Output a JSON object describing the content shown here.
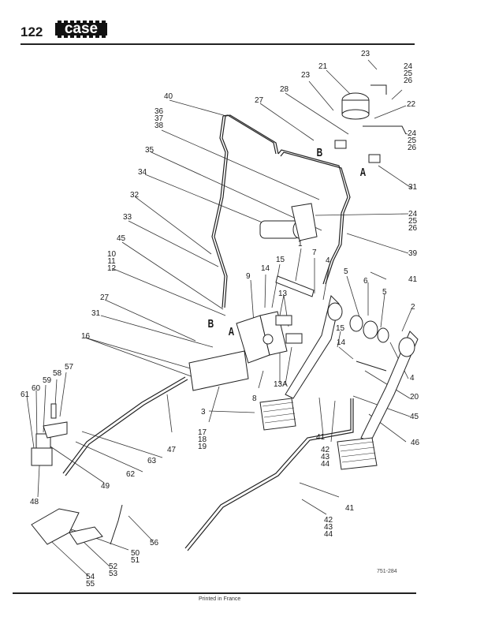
{
  "header": {
    "page_number": "122",
    "brand": "case"
  },
  "footer": {
    "printed": "Printed in France",
    "figure_ref": "751-284"
  },
  "markers": {
    "b_top": "B",
    "a_top": "A",
    "b_mid": "B",
    "a_mid": "A"
  },
  "callouts": [
    {
      "id": "c23a",
      "lines": [
        "23"
      ]
    },
    {
      "id": "c21",
      "lines": [
        "21"
      ]
    },
    {
      "id": "c23b",
      "lines": [
        "23"
      ]
    },
    {
      "id": "c242526a",
      "lines": [
        "24",
        "25",
        "26"
      ]
    },
    {
      "id": "c22",
      "lines": [
        "22"
      ]
    },
    {
      "id": "c242526b",
      "lines": [
        "24",
        "25",
        "26"
      ]
    },
    {
      "id": "c28",
      "lines": [
        "28"
      ]
    },
    {
      "id": "c27a",
      "lines": [
        "27"
      ]
    },
    {
      "id": "c31a",
      "lines": [
        "31"
      ]
    },
    {
      "id": "c40",
      "lines": [
        "40"
      ]
    },
    {
      "id": "c363738",
      "lines": [
        "36",
        "37",
        "38"
      ]
    },
    {
      "id": "c35",
      "lines": [
        "35"
      ]
    },
    {
      "id": "c34",
      "lines": [
        "34"
      ]
    },
    {
      "id": "c242526c",
      "lines": [
        "24",
        "25",
        "26"
      ]
    },
    {
      "id": "c32",
      "lines": [
        "32"
      ]
    },
    {
      "id": "c39",
      "lines": [
        "39"
      ]
    },
    {
      "id": "c33",
      "lines": [
        "33"
      ]
    },
    {
      "id": "c1",
      "lines": [
        "1"
      ]
    },
    {
      "id": "c7",
      "lines": [
        "7"
      ]
    },
    {
      "id": "c45a",
      "lines": [
        "45"
      ]
    },
    {
      "id": "c15a",
      "lines": [
        "15"
      ]
    },
    {
      "id": "c4a",
      "lines": [
        "4"
      ]
    },
    {
      "id": "c101112",
      "lines": [
        "10",
        "11",
        "12"
      ]
    },
    {
      "id": "c14a",
      "lines": [
        "14"
      ]
    },
    {
      "id": "c41a",
      "lines": [
        "41"
      ]
    },
    {
      "id": "c9",
      "lines": [
        "9"
      ]
    },
    {
      "id": "c5a",
      "lines": [
        "5"
      ]
    },
    {
      "id": "c6",
      "lines": [
        "6"
      ]
    },
    {
      "id": "c5b",
      "lines": [
        "5"
      ]
    },
    {
      "id": "c13",
      "lines": [
        "13"
      ]
    },
    {
      "id": "c27b",
      "lines": [
        "27"
      ]
    },
    {
      "id": "c2",
      "lines": [
        "2"
      ]
    },
    {
      "id": "c31b",
      "lines": [
        "31"
      ]
    },
    {
      "id": "c15b",
      "lines": [
        "15"
      ]
    },
    {
      "id": "c14b",
      "lines": [
        "14"
      ]
    },
    {
      "id": "c16",
      "lines": [
        "16"
      ]
    },
    {
      "id": "c4b",
      "lines": [
        "4"
      ]
    },
    {
      "id": "c13A",
      "lines": [
        "13A"
      ]
    },
    {
      "id": "c20",
      "lines": [
        "20"
      ]
    },
    {
      "id": "c8",
      "lines": [
        "8"
      ]
    },
    {
      "id": "c45b",
      "lines": [
        "45"
      ]
    },
    {
      "id": "c3",
      "lines": [
        "3"
      ]
    },
    {
      "id": "c57",
      "lines": [
        "57"
      ]
    },
    {
      "id": "c58",
      "lines": [
        "58"
      ]
    },
    {
      "id": "c59",
      "lines": [
        "59"
      ]
    },
    {
      "id": "c60",
      "lines": [
        "60"
      ]
    },
    {
      "id": "c61",
      "lines": [
        "61"
      ]
    },
    {
      "id": "c171819",
      "lines": [
        "17",
        "18",
        "19"
      ]
    },
    {
      "id": "c47",
      "lines": [
        "47"
      ]
    },
    {
      "id": "c46",
      "lines": [
        "46"
      ]
    },
    {
      "id": "c41b",
      "lines": [
        "41"
      ]
    },
    {
      "id": "c424344a",
      "lines": [
        "42",
        "43",
        "44"
      ]
    },
    {
      "id": "c63",
      "lines": [
        "63"
      ]
    },
    {
      "id": "c62",
      "lines": [
        "62"
      ]
    },
    {
      "id": "c49",
      "lines": [
        "49"
      ]
    },
    {
      "id": "c48",
      "lines": [
        "48"
      ]
    },
    {
      "id": "c41c",
      "lines": [
        "41"
      ]
    },
    {
      "id": "c424344b",
      "lines": [
        "42",
        "43",
        "44"
      ]
    },
    {
      "id": "c56",
      "lines": [
        "56"
      ]
    },
    {
      "id": "c5051",
      "lines": [
        "50",
        "51"
      ]
    },
    {
      "id": "c5253",
      "lines": [
        "52",
        "53"
      ]
    },
    {
      "id": "c5455",
      "lines": [
        "54",
        "55"
      ]
    }
  ]
}
